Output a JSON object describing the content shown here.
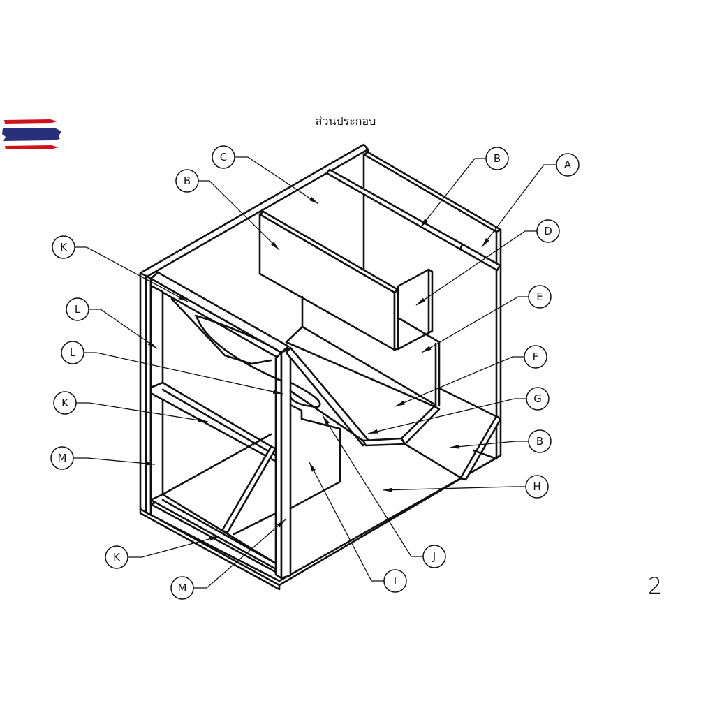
{
  "title": "ส่วนประกอบ",
  "page_number": "2",
  "flag": {
    "name": "thailand-flag",
    "colors": {
      "red": "#d0121b",
      "white": "#ffffff",
      "blue": "#28307a"
    }
  },
  "callouts": [
    {
      "id": "callout-c-top",
      "label": "C",
      "bubble": [
        320,
        225
      ]
    },
    {
      "id": "callout-b-top-left",
      "label": "B",
      "bubble": [
        268,
        259
      ]
    },
    {
      "id": "callout-b-top-right",
      "label": "B",
      "bubble": [
        712,
        227
      ]
    },
    {
      "id": "callout-a",
      "label": "A",
      "bubble": [
        813,
        236
      ]
    },
    {
      "id": "callout-d",
      "label": "D",
      "bubble": [
        785,
        331
      ]
    },
    {
      "id": "callout-k-1",
      "label": "K",
      "bubble": [
        91,
        354
      ]
    },
    {
      "id": "callout-e",
      "label": "E",
      "bubble": [
        773,
        425
      ]
    },
    {
      "id": "callout-l-1",
      "label": "L",
      "bubble": [
        111,
        443
      ]
    },
    {
      "id": "callout-l-2",
      "label": "L",
      "bubble": [
        104,
        505
      ]
    },
    {
      "id": "callout-f",
      "label": "F",
      "bubble": [
        767,
        511
      ]
    },
    {
      "id": "callout-g",
      "label": "G",
      "bubble": [
        770,
        571
      ]
    },
    {
      "id": "callout-k-2",
      "label": "K",
      "bubble": [
        93,
        577
      ]
    },
    {
      "id": "callout-b-right",
      "label": "B",
      "bubble": [
        773,
        632
      ]
    },
    {
      "id": "callout-m-1",
      "label": "M",
      "bubble": [
        89,
        656
      ]
    },
    {
      "id": "callout-h",
      "label": "H",
      "bubble": [
        769,
        697
      ]
    },
    {
      "id": "callout-j",
      "label": "J",
      "bubble": [
        622,
        797
      ]
    },
    {
      "id": "callout-k-3",
      "label": "K",
      "bubble": [
        167,
        798
      ]
    },
    {
      "id": "callout-i",
      "label": "I",
      "bubble": [
        566,
        832
      ]
    },
    {
      "id": "callout-m-2",
      "label": "M",
      "bubble": [
        261,
        842
      ]
    }
  ],
  "parts": [
    "A",
    "B",
    "C",
    "D",
    "E",
    "F",
    "G",
    "H",
    "I",
    "J",
    "K",
    "L",
    "M"
  ]
}
